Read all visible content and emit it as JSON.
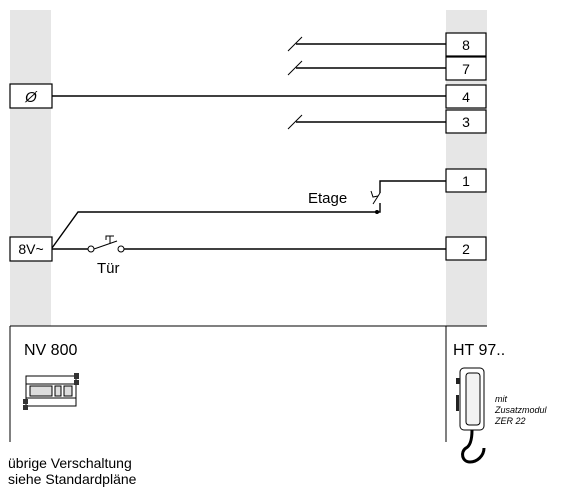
{
  "left_terminals": {
    "phi": "Ø",
    "ac": "8V~"
  },
  "right_terminals": [
    "8",
    "7",
    "4",
    "3",
    "1",
    "2"
  ],
  "labels": {
    "etage": "Etage",
    "tuer": "Tür"
  },
  "devices": {
    "left_name": "NV 800",
    "right_name": "HT 97..",
    "module_note": [
      "mit",
      "Zusatzmodul",
      "ZER 22"
    ]
  },
  "footnote": [
    "übrige Verschaltung",
    "siehe Standardpläne"
  ],
  "colors": {
    "column": "#e6e6e6",
    "line": "#000000",
    "background": "#ffffff"
  }
}
